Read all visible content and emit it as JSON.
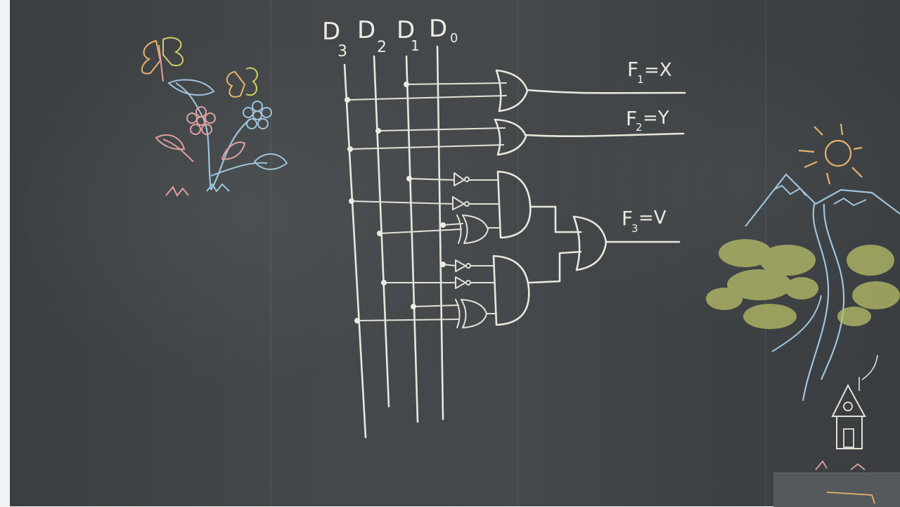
{
  "inputs": [
    {
      "name": "D",
      "subscript": "3"
    },
    {
      "name": "D",
      "subscript": "2"
    },
    {
      "name": "D",
      "subscript": "1"
    },
    {
      "name": "D",
      "subscript": "0"
    }
  ],
  "outputs": [
    {
      "name": "F",
      "subscript": "1",
      "eq": "=X"
    },
    {
      "name": "F",
      "subscript": "2",
      "eq": "=Y"
    },
    {
      "name": "F",
      "subscript": "3",
      "eq": "=V"
    }
  ],
  "colors": {
    "board": "#414547",
    "chalk_white": "#e9e7dc",
    "chalk_blue": "#9fc3dc",
    "chalk_pink": "#e0a0a0",
    "chalk_yellow": "#cfcf6a",
    "chalk_orange": "#e6b36a"
  }
}
